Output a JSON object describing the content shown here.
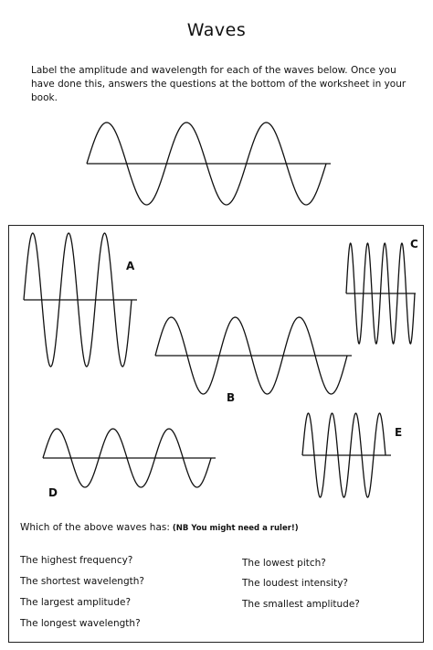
{
  "title": "Waves",
  "instructions": "Label the amplitude and wavelength for each of the waves below. Once you have done this, answers the questions at the bottom of the worksheet in your book.",
  "wave_labels": {
    "a": "A",
    "b": "B",
    "c": "C",
    "d": "D",
    "e": "E"
  },
  "question_intro": "Which of the above waves has:",
  "question_note": "(NB  You might need a ruler!)",
  "questions_left": [
    "The highest frequency?",
    "The shortest wavelength?",
    "The largest amplitude?",
    "The longest wavelength?"
  ],
  "questions_right": [
    "The lowest pitch?",
    "The loudest intensity?",
    "The smallest amplitude?"
  ],
  "colors": {
    "ink": "#111111",
    "background": "#ffffff"
  }
}
